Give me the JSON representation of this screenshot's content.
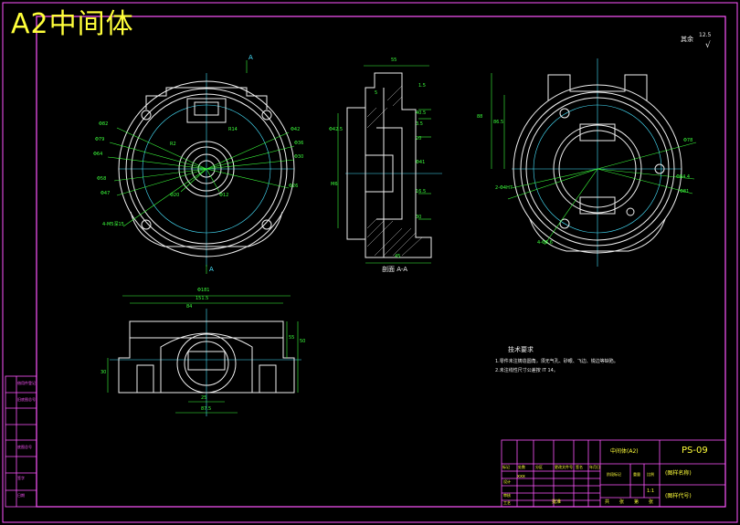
{
  "drawing": {
    "title": "A2中间体",
    "roughness_label": "其余",
    "roughness_value": "12.5",
    "section_label": "剖面 A-A",
    "section_marker": "A"
  },
  "tech_requirements": {
    "heading": "技术要求",
    "items": [
      "1.零件未注铸造圆角，须无气孔、砂眼、飞边、锐边等缺陷。",
      "2.未注线性尺寸公差按 IT 14。"
    ]
  },
  "title_block": {
    "part_name": "中间体(A2)",
    "drawing_no": "PS-09",
    "name_hint": "(图样名称)",
    "code_hint": "(图样代号)",
    "material": "xxx",
    "scale": "1:1",
    "row_labels": [
      "标记",
      "处数",
      "分区",
      "更改文件号",
      "签名",
      "年月日"
    ],
    "approval_labels": [
      "设计",
      "审核",
      "工艺"
    ],
    "stage_labels": [
      "阶段标记",
      "重量",
      "比例"
    ],
    "sheet_labels": [
      "共",
      "张",
      "第",
      "张"
    ],
    "approve": "批准"
  },
  "left_revision_block": {
    "cells": [
      "借用件登记",
      "旧底图总号",
      "底图总号",
      "签字",
      "日期"
    ]
  },
  "dimensions": {
    "front_view": [
      "Φ82",
      "Φ79",
      "Φ64",
      "Φ58",
      "Φ47",
      "Φ42",
      "Φ36",
      "Φ30",
      "Φ26",
      "Φ20",
      "Φ12",
      "4-M5深15",
      "R2",
      "R14"
    ],
    "section_view": [
      "55",
      "1.5",
      "40.5",
      "3.5",
      "20",
      "Φ41",
      "16.5",
      "30",
      "45",
      "5",
      "Φ42.5",
      "M6"
    ],
    "right_view": [
      "88",
      "86.5",
      "Φ84.4",
      "Φ81",
      "Φ78",
      "2-Φ4H7",
      "4-Φ6.6"
    ],
    "bottom_view": [
      "Φ181",
      "151.5",
      "55",
      "50",
      "30",
      "25",
      "87.5",
      "84"
    ]
  },
  "colors": {
    "frame": "#ff55ff",
    "outline": "#f0f0f0",
    "center": "#47e3ff",
    "dimension": "#3cff3c",
    "title": "#ffff3a"
  }
}
